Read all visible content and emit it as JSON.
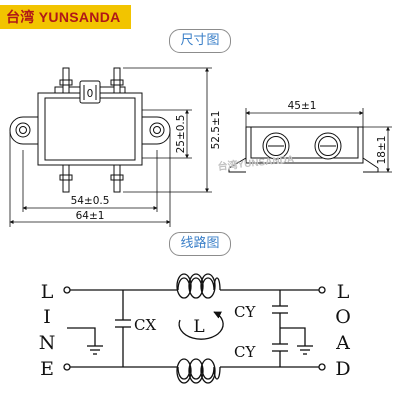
{
  "header": {
    "brand": "台湾 YUNSANDA",
    "brand_bg": "#f2c400",
    "brand_fg": "#b01818"
  },
  "sections": {
    "dimensions_title": "尺寸图",
    "wiring_title": "线路图",
    "title_color": "#3a7fc8"
  },
  "front_view": {
    "terminal_label": "0",
    "height_inner": "25±0.5",
    "height_outer": "52.5±1",
    "width_inner": "54±0.5",
    "width_outer": "64±1"
  },
  "side_view": {
    "width": "45±1",
    "height": "18±1"
  },
  "watermark": "台湾YUNSANDA",
  "schematic": {
    "line_label": [
      "L",
      "I",
      "N",
      "E"
    ],
    "load_label": [
      "L",
      "O",
      "A",
      "D"
    ],
    "cx_label": "CX",
    "inductor_label": "L",
    "cy_top_label": "CY",
    "cy_bottom_label": "CY"
  }
}
